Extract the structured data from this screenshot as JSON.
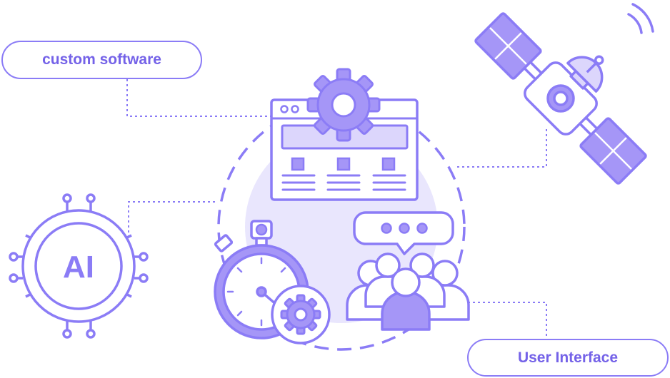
{
  "labels": {
    "custom_software": "custom software",
    "user_interface": "User Interface",
    "ai": "AI"
  },
  "icons": [
    "browser-window-gear-icon",
    "satellite-icon",
    "ai-chip-icon",
    "stopwatch-gear-icon",
    "user-group-chat-icon"
  ],
  "colors": {
    "stroke": "#8b7cf6",
    "fill_light": "#dcd6fc",
    "fill_mid": "#a596f7",
    "background_circle": "#e9e6fd",
    "text": "#7462e8"
  }
}
